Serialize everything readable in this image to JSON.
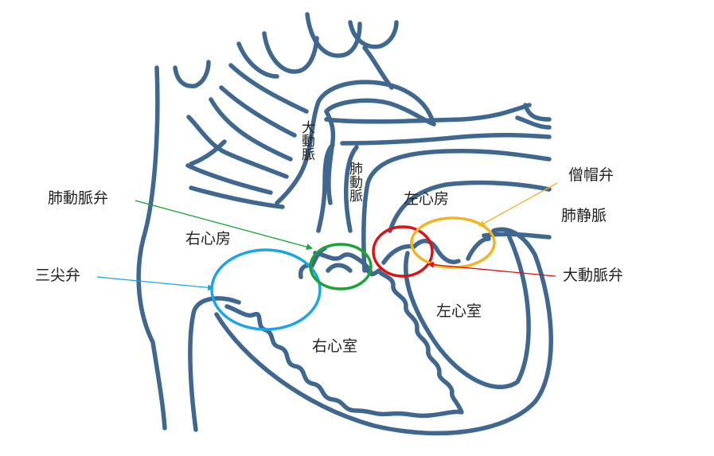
{
  "colors": {
    "outline": "#3f6790",
    "text": "#222222",
    "tricuspid": "#1aa6e6",
    "pulmonary": "#1aa337",
    "aortic": "#e01010",
    "mitral": "#f2b324"
  },
  "chambers": {
    "right_atrium": "右心房",
    "right_ventricle": "右心室",
    "left_atrium": "左心房",
    "left_ventricle": "左心室"
  },
  "vessels": {
    "aorta": "大動脈",
    "pulmonary_artery": "肺動脈",
    "pulmonary_vein": "肺静脈"
  },
  "valves": {
    "pulmonary_valve": "肺動脈弁",
    "tricuspid_valve": "三尖弁",
    "mitral_valve": "僧帽弁",
    "aortic_valve": "大動脈弁"
  }
}
